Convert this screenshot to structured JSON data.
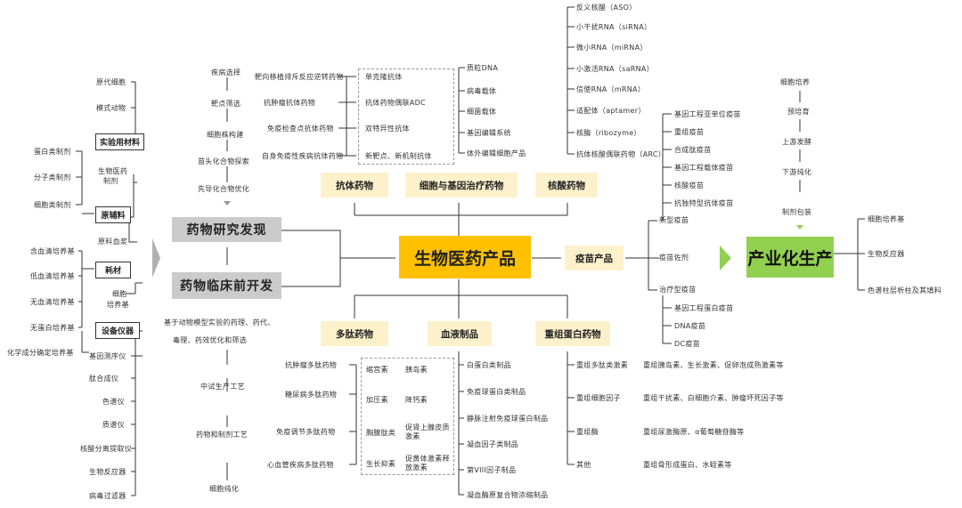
{
  "center": "生物医药产品",
  "industrial": {
    "title": "产业化生产",
    "flow": [
      "细胞培养",
      "预培育",
      "上游发酵",
      "下游纯化",
      "制剂包装"
    ],
    "outputs": [
      "细胞培养基",
      "生物反应器",
      "色谱柱层析柱及其填料"
    ]
  },
  "rd": {
    "discovery": "药物研究发现",
    "preclinical": "药物临床前开发",
    "discovery_steps": [
      "疾病选择",
      "靶点筛选",
      "细胞株构建",
      "苗头化合物探索",
      "先导化合物优化"
    ],
    "preclinical_steps": [
      "基于动物模型实验的药理、药代、",
      "毒理、药效优化和筛选",
      "中试生产工艺",
      "药物和制剂工艺",
      "细胞纯化"
    ]
  },
  "materials": {
    "lab": {
      "label": "实验用材料",
      "items": [
        "原代细胞",
        "模式动物"
      ]
    },
    "raw": {
      "label": "原辅料",
      "items": [
        "蛋白类制剂",
        "分子类制剂",
        "细胞类制剂"
      ],
      "side_top_1": "生物医药",
      "side_top_2": "制剂",
      "side_bottom": "原料血浆"
    },
    "consumables": {
      "label": "耗材",
      "items": [
        "含血清培养基",
        "低血清培养基",
        "无血清培养基",
        "无蛋白培养基",
        "化学成分确定培养基"
      ],
      "side_1": "细胞",
      "side_2": "培养基"
    },
    "equipment": {
      "label": "设备仪器",
      "items": [
        "基因测序仪",
        "肽合成仪",
        "色谱仪",
        "质谱仪",
        "核酸分离提取仪",
        "生物反应器",
        "病毒过滤器"
      ]
    }
  },
  "antibody": {
    "label": "抗体药物",
    "left": [
      "靶向移植排斥反应逆转药物",
      "抗肿瘤抗体药物",
      "免疫检查点抗体药物",
      "自身免疫性疾病抗体药物"
    ],
    "types": [
      "单克隆抗体",
      "抗体药物偶联ADC",
      "双特异性抗体",
      "新靶点、新机制抗体"
    ]
  },
  "cell_gene": {
    "label": "细胞与基因治疗药物",
    "items": [
      "质粒DNA",
      "病毒载体",
      "细菌载体",
      "基因编辑系统",
      "体外编辑细胞产品"
    ]
  },
  "nucleic": {
    "label": "核酸药物",
    "items": [
      "反义核酸（ASO）",
      "小干扰RNA（siRNA）",
      "微小RNA（miRNA）",
      "小激活RNA（saRNA）",
      "信使RNA（mRNA）",
      "适配体（aptamer）",
      "核酶（ribozyme）",
      "抗体核酸偶联药物（ARC）"
    ]
  },
  "vaccine": {
    "label": "疫苗产品",
    "new": "新型疫苗",
    "adjuvant": "疫苗佐剂",
    "therapeutic": "治疗型疫苗",
    "new_items": [
      "基因工程亚单位疫苗",
      "重组疫苗",
      "合成肽疫苗",
      "基因工程载体疫苗",
      "核酸疫苗",
      "抗独特型抗体疫苗"
    ],
    "ther_items": [
      "基因工程蛋白疫苗",
      "DNA疫苗",
      "DC疫苗"
    ]
  },
  "peptide": {
    "label": "多肽药物",
    "left": [
      "抗肿瘤多肽药物",
      "糖尿病多肽药物",
      "免疫调节多肽药物",
      "心血管疾病多肽药物"
    ],
    "grid": [
      "缩宫素",
      "胰岛素",
      "加压素",
      "降钙素",
      "胸腺肽类",
      "促肾上腺皮质激素",
      "生长抑素",
      "促黄体激素释放激素"
    ]
  },
  "blood": {
    "label": "血液制品",
    "items": [
      "白蛋白类制品",
      "免疫球蛋白类制品",
      "静脉注射免疫球蛋白制品",
      "凝血因子类制品",
      "第VIII因子制品",
      "凝血酶原复合物浓缩制品"
    ]
  },
  "protein": {
    "label": "重组蛋白药物",
    "categories": [
      "重组多肽类激素",
      "重组细胞因子",
      "重组酶",
      "其他"
    ],
    "examples": [
      "重组胰岛素、生长激素、促卵泡成熟激素等",
      "重组干扰素、白细胞介素、肿瘤坏死因子等",
      "重组尿激酶原、α葡萄糖苷酶等",
      "重组骨形成蛋白、水蛭素等"
    ]
  },
  "colors": {
    "center": "#ffc000",
    "industrial": "#92d050",
    "category": "#fdf1cc",
    "stage": "#cbcbcb"
  }
}
